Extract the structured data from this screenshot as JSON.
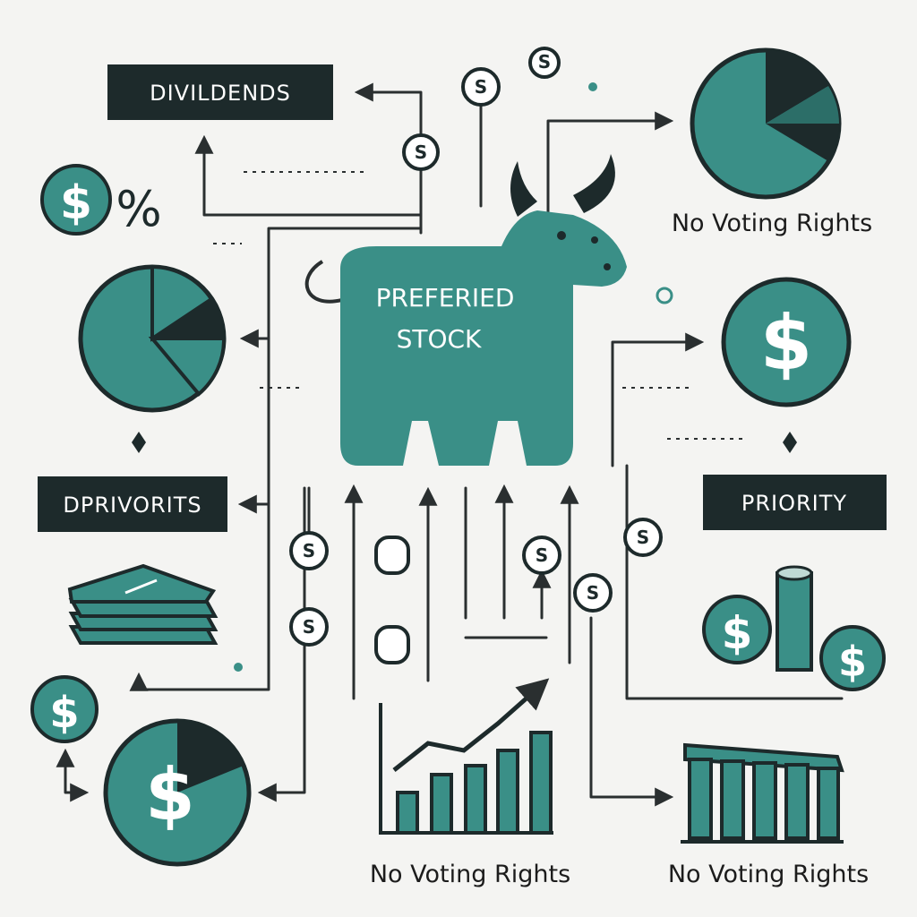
{
  "colors": {
    "teal": "#3a8f87",
    "dark": "#1d2a2b",
    "background": "#f4f4f2",
    "line": "#2a2f30"
  },
  "center_label": {
    "line1": "PREFERIED",
    "line2": "STOCK"
  },
  "labels": {
    "dividends": "DIVILDENDS",
    "dprivorits": "DPRIVORITS",
    "priority": "PRIORITY"
  },
  "captions": {
    "right_top": "No Voting Rights",
    "bottom_center": "No Voting Rights",
    "bottom_right": "No Voting Rights"
  },
  "symbols": {
    "dollar": "$",
    "percent": "%",
    "s": "S"
  },
  "icons": [
    "bull-icon",
    "pie-chart-icon",
    "dollar-coin-icon",
    "percent-icon",
    "money-stack-icon",
    "bar-chart-up-arrow-icon",
    "cylinder-bar-icon",
    "columns-icon"
  ]
}
